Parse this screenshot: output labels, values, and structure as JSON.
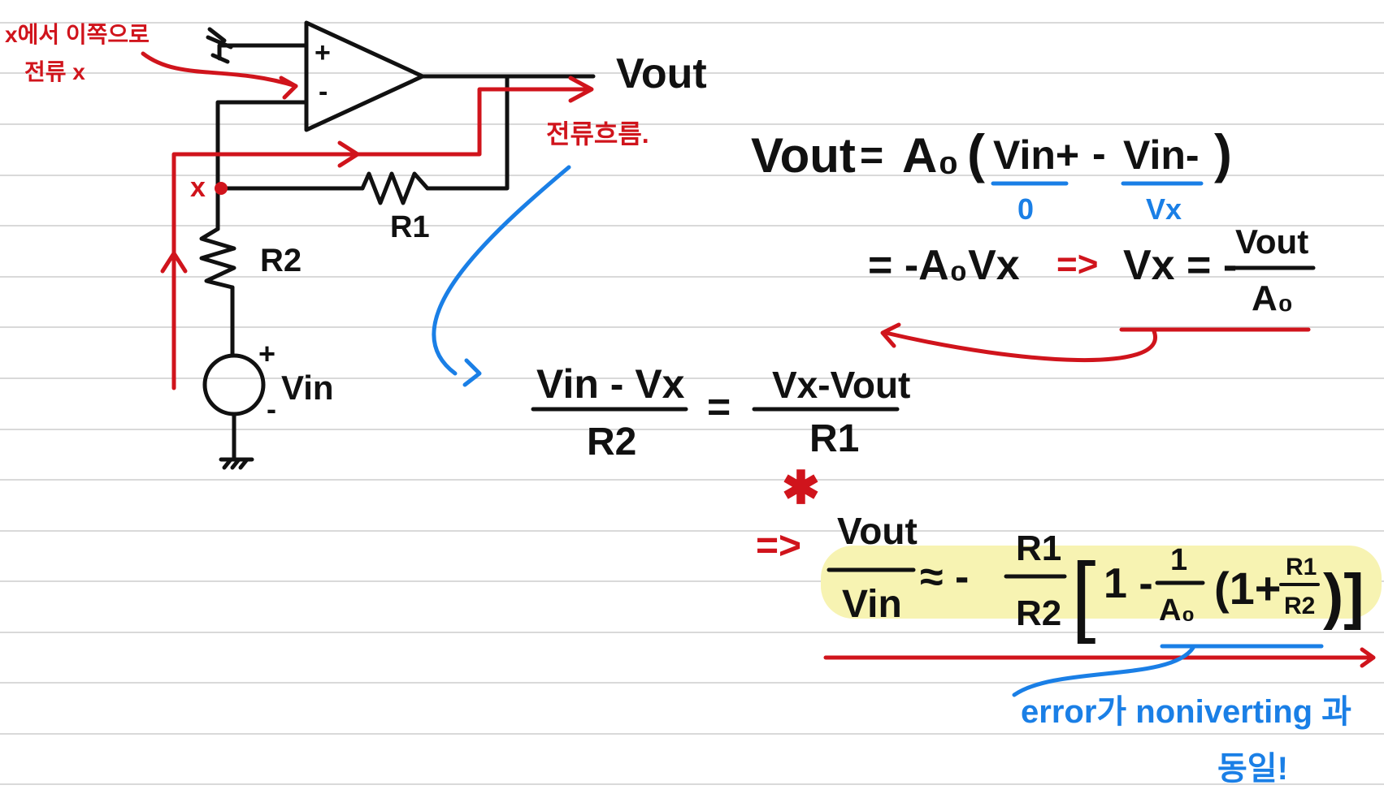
{
  "colors": {
    "ink": "#111111",
    "red": "#d0141c",
    "blue": "#1a7fe6",
    "highlight": "#f7f3b2",
    "ruled_line": "#d9d9d9"
  },
  "circuit": {
    "plus_input": "+",
    "minus_input": "-",
    "output_label": "Vout",
    "r1_label": "R1",
    "r2_label": "R2",
    "source_plus": "+",
    "source_minus": "-",
    "source_label": "Vin",
    "node_label": "x"
  },
  "notes": {
    "current_x_line1": "x에서 이쪽으로",
    "current_x_line2": "전류 x",
    "current_flow": "전류흐름.",
    "error_line1": "error가 noniverting 과",
    "error_line2": "동일!"
  },
  "equations": {
    "eq1_lhs": "Vout",
    "eq1_equals": "=",
    "eq1_a0": "A₀",
    "eq1_open": "(",
    "eq1_vinp": "Vin+",
    "eq1_minus": "-",
    "eq1_vinm": "Vin-",
    "eq1_close": ")",
    "eq1_sub_vinp": "0",
    "eq1_sub_vinm": "Vx",
    "eq2": "= -A₀Vx",
    "eq2_arrow": "=>",
    "eq2_vx": "Vx = -",
    "eq2_num": "Vout",
    "eq2_den": "A₀",
    "kcl_lhs_num": "Vin - Vx",
    "kcl_lhs_den": "R2",
    "kcl_equals": "=",
    "kcl_rhs_num": "Vx-Vout",
    "kcl_rhs_den": "R1",
    "star": "✱",
    "result_arrow": "=>",
    "result_num": "Vout",
    "result_den": "Vin",
    "result_approx": "≈ -",
    "result_r_num": "R1",
    "result_r_den": "R2",
    "result_bracket_open": "[",
    "result_one": "1 -",
    "result_frac_num": "1",
    "result_frac_den": "A₀",
    "result_paren": "(1+",
    "result_small_num": "R1",
    "result_small_den": "R2",
    "result_close": ")]"
  }
}
